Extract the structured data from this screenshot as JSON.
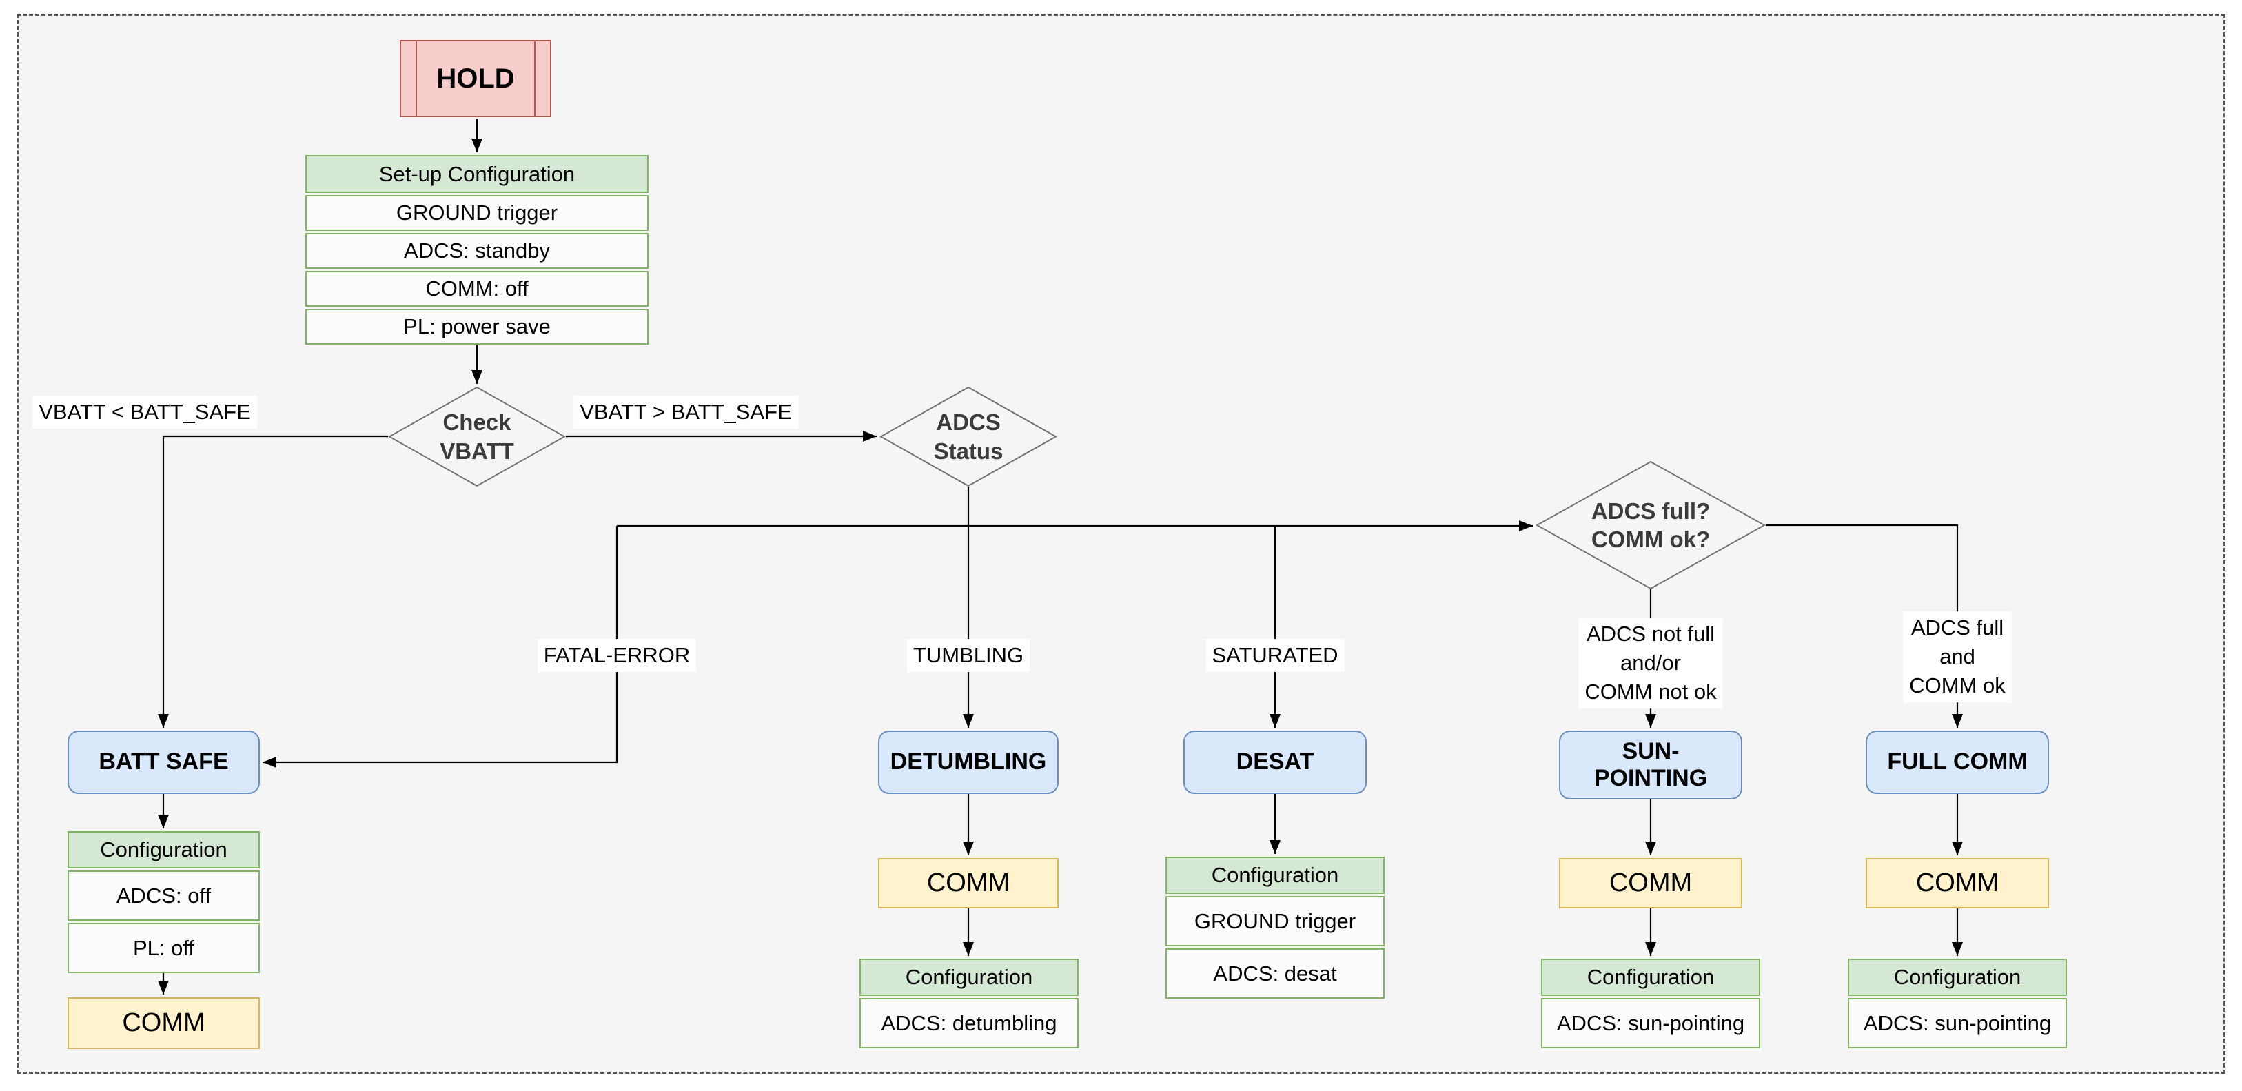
{
  "diagram": {
    "title_note": "Satellite mode state-machine flowchart",
    "hold": {
      "label": "HOLD"
    },
    "setup_table": {
      "header": "Set-up Configuration",
      "rows": [
        "GROUND trigger",
        "ADCS: standby",
        "COMM: off",
        "PL: power save"
      ]
    },
    "decisions": {
      "check_vbatt": {
        "label": "Check\nVBATT"
      },
      "adcs_status": {
        "label": "ADCS\nStatus"
      },
      "adcs_full_comm_ok": {
        "label": "ADCS full?\nCOMM ok?"
      }
    },
    "edge_labels": {
      "vbatt_lt": "VBATT < BATT_SAFE",
      "vbatt_gt": "VBATT > BATT_SAFE",
      "fatal_error": "FATAL-ERROR",
      "tumbling": "TUMBLING",
      "saturated": "SATURATED",
      "adcs_not_full": "ADCS not full\nand/or\nCOMM not ok",
      "adcs_full": "ADCS full\nand\nCOMM ok"
    },
    "states": {
      "batt_safe": "BATT SAFE",
      "detumbling": "DETUMBLING",
      "desat": "DESAT",
      "sun_pointing": "SUN-\nPOINTING",
      "full_comm": "FULL COMM"
    },
    "comm_label": "COMM",
    "config_tables": {
      "batt_safe": {
        "header": "Configuration",
        "rows": [
          "ADCS: off",
          "PL: off"
        ]
      },
      "detumbling": {
        "header": "Configuration",
        "rows": [
          "ADCS: detumbling"
        ]
      },
      "desat": {
        "header": "Configuration",
        "rows": [
          "GROUND trigger",
          "ADCS: desat"
        ]
      },
      "sun_pointing": {
        "header": "Configuration",
        "rows": [
          "ADCS: sun-pointing"
        ]
      },
      "full_comm": {
        "header": "Configuration",
        "rows": [
          "ADCS: sun-pointing"
        ]
      }
    },
    "colors": {
      "background": "#f5f5f5",
      "frame_dash": "#545454",
      "state_fill": "#dae8fc",
      "state_border": "#6c8ebf",
      "hold_fill": "#f8cecc",
      "hold_border": "#b85450",
      "table_header_fill": "#d5e8d4",
      "table_border": "#82b366",
      "comm_fill": "#fff2cc",
      "comm_border": "#d6b656",
      "diamond_stroke": "#737373",
      "connector": "#000000"
    }
  }
}
